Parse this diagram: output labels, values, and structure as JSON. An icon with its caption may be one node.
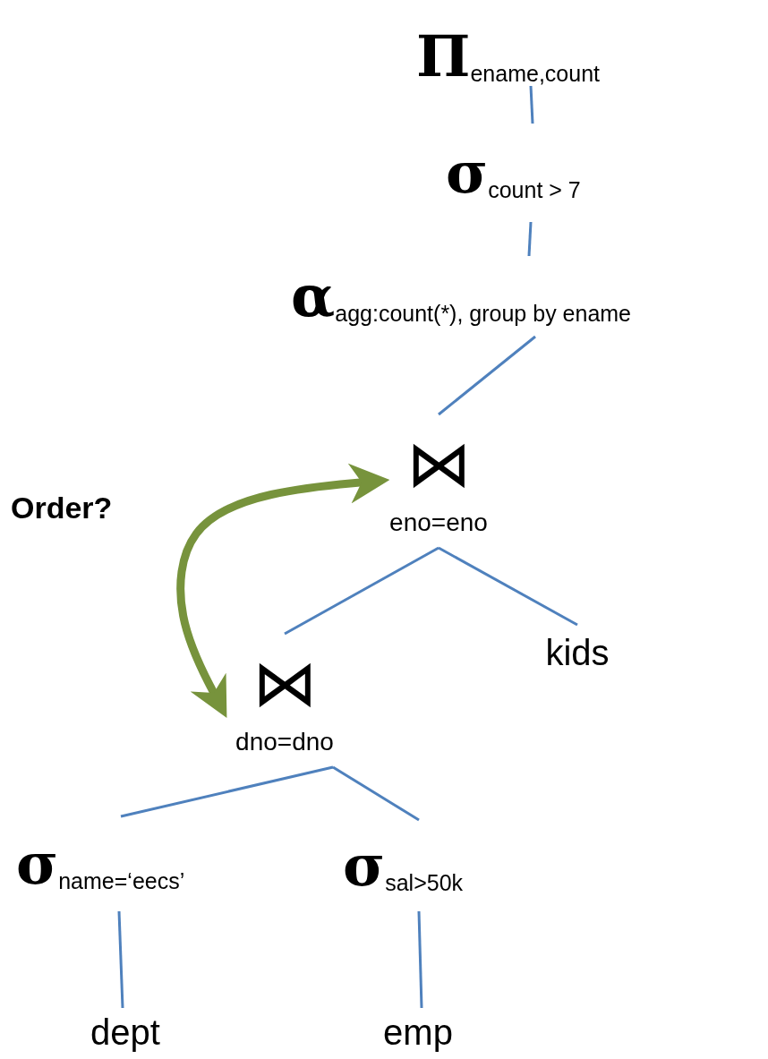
{
  "diagram": {
    "nodes": [
      {
        "text": [
          "Π$_{ename,count}$"
        ]
      },
      {
        "text": [
          "σ$_{count > 7}$"
        ]
      },
      {
        "text": [
          "α$_{agg:count(*), group by ename}$"
        ]
      },
      {
        "text": [
          "⋈",
          "eno=eno"
        ]
      },
      {
        "text": [
          "kids"
        ]
      },
      {
        "text": [
          "⋈",
          "dno=dno"
        ]
      },
      {
        "text": [
          "σ$_{name=‘eecs’}$"
        ]
      },
      {
        "text": [
          "σ$_{sal>50k}$"
        ]
      },
      {
        "text": [
          "dept"
        ]
      },
      {
        "text": [
          "emp"
        ]
      }
    ],
    "edges": [
      {
        "from": 0,
        "to": 1,
        "arrow": "none"
      },
      {
        "from": 1,
        "to": 2,
        "arrow": "none"
      },
      {
        "from": 2,
        "to": 3,
        "arrow": "none"
      },
      {
        "from": 3,
        "to": 5,
        "arrow": "none"
      },
      {
        "from": 3,
        "to": 4,
        "arrow": "none"
      },
      {
        "from": 5,
        "to": 6,
        "arrow": "none"
      },
      {
        "from": 5,
        "to": 7,
        "arrow": "none"
      },
      {
        "from": 6,
        "to": 8,
        "arrow": "none"
      },
      {
        "from": 7,
        "to": 9,
        "arrow": "none"
      },
      {
        "from": 5,
        "to": 3,
        "arrow": "both",
        "style": "thick",
        "color": "#77933c"
      }
    ],
    "labels": [
      "Order?"
    ]
  }
}
